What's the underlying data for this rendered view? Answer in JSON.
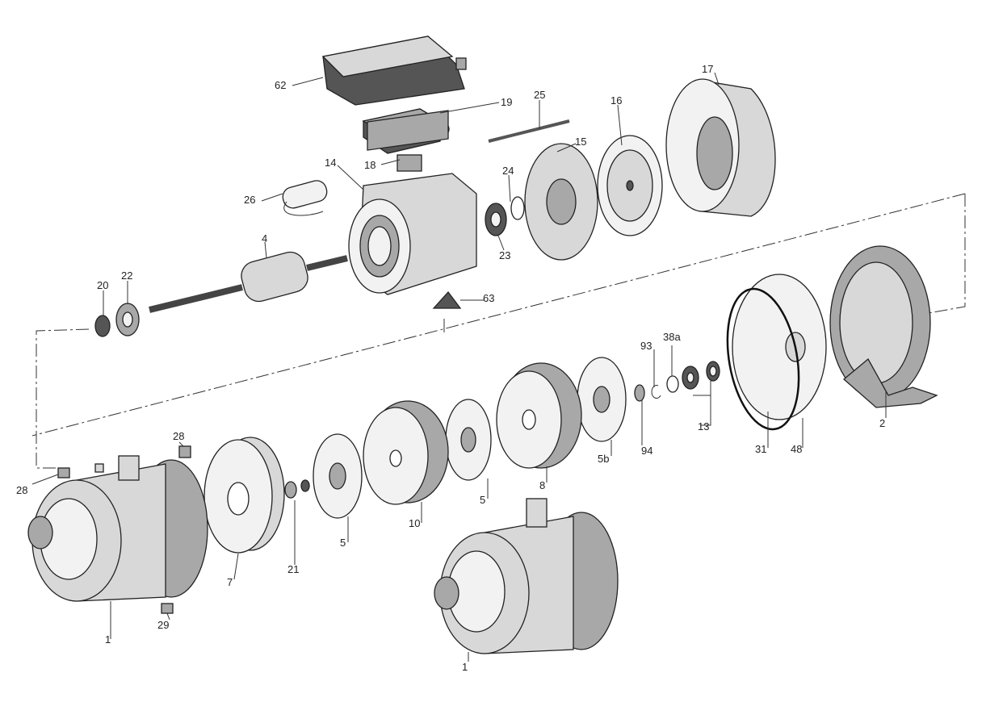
{
  "diagram": {
    "type": "exploded-parts-view",
    "labels": {
      "terminal_cover": "62",
      "terminal_box": "19",
      "tie_rod": "25",
      "fan": "16",
      "fan_cover": "17",
      "motor_bracket": "15",
      "terminal_board": "18",
      "motor_frame": "14",
      "spring_washer": "24",
      "capacitor": "26",
      "rotor": "4",
      "bearing_rear": "23",
      "nut": "20",
      "bearing_front": "22",
      "foot": "63",
      "circlip": "93",
      "washer": "38a",
      "mechanical_seal": "13",
      "pump_bracket": "2",
      "o_ring": "31",
      "seal_cover": "48",
      "spacer": "94",
      "impeller_last": "5b",
      "diffuser_8": "8",
      "impeller_2": "5",
      "diffuser_10": "10",
      "impeller_1": "5",
      "impeller_nut": "21",
      "suction_diffuser": "7",
      "plug_top": "28",
      "plug_left": "28",
      "drain_plug": "29",
      "pump_casing_a": "1",
      "pump_casing_b": "1"
    }
  }
}
